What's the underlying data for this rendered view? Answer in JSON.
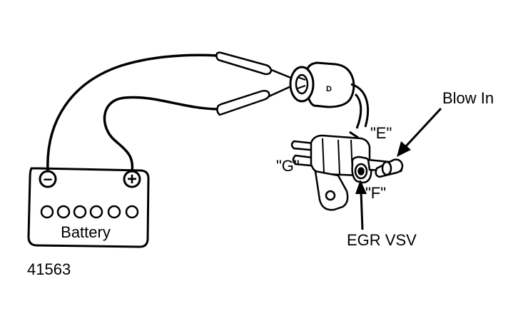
{
  "labels": {
    "battery": "Battery",
    "negative": "−",
    "positive": "+",
    "blow_in": "Blow In",
    "port_e": "\"E\"",
    "port_g": "\"G\"",
    "port_f": "\"F\"",
    "egr_vsv": "EGR VSV",
    "figure_number": "41563",
    "connector_mark": "D"
  },
  "colors": {
    "ink": "#000000",
    "paper": "#ffffff"
  }
}
